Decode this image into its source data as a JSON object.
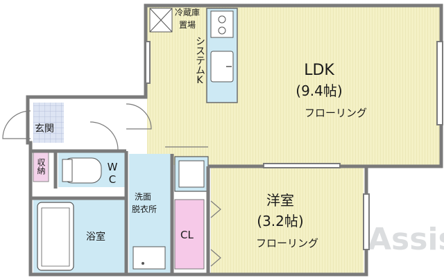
{
  "rooms": {
    "ldk": {
      "name": "LDK",
      "size": "(9.4帖)",
      "floor": "フローリング"
    },
    "western": {
      "name": "洋室",
      "size": "(3.2帖)",
      "floor": "フローリング"
    },
    "kitchen": {
      "label": "システムK"
    },
    "fridge": {
      "label_line1": "冷蔵庫",
      "label_line2": "置場"
    },
    "entrance": {
      "label": "玄関"
    },
    "storage": {
      "label": "収納"
    },
    "toilet": {
      "label": "WC"
    },
    "washroom": {
      "label_line1": "洗面",
      "label_line2": "脱衣所"
    },
    "bath": {
      "label": "浴室"
    },
    "closet": {
      "label": "CL"
    }
  },
  "watermark": {
    "text": "Assist"
  },
  "colors": {
    "tatami_floor": "#f3f0c4",
    "wet_area": "#cde9f4",
    "closet": "#f6c9e8",
    "entrance_tile": "#dde4f3",
    "storage": "#f3d2ea",
    "wall": "#7a7a7a"
  }
}
